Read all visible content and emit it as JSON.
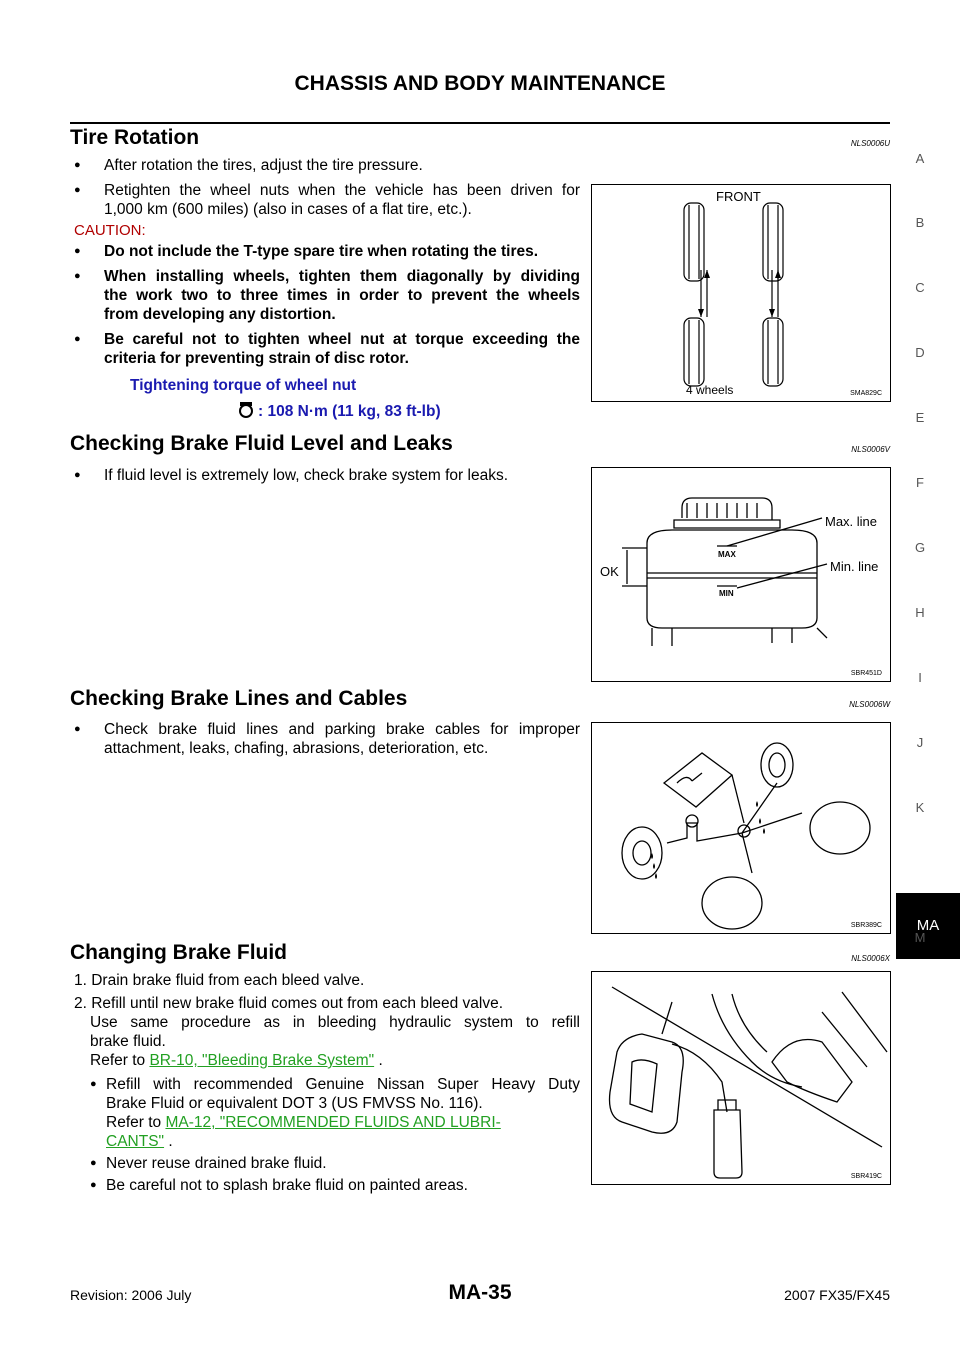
{
  "header": {
    "title": "CHASSIS AND BODY MAINTENANCE"
  },
  "sections": {
    "tire": {
      "title": "Tire Rotation",
      "code": "NLS0006U",
      "bullets": [
        "After rotation the tires, adjust the tire pressure.",
        "Retighten the wheel nuts when the vehicle has been driven for",
        "1,000 km (600 miles) (also in cases of a flat tire, etc.)."
      ],
      "caution": "CAUTION:",
      "cautions": [
        "Do not include the T-type spare tire when rotating the tires.",
        "When installing wheels, tighten them diagonally by dividing",
        "the work two to three times in order to prevent the wheels",
        "from developing any distortion.",
        "Be careful not to tighten wheel nut at torque exceeding the",
        "criteria for preventing strain of disc rotor."
      ],
      "torque_label": "Tightening torque of wheel nut",
      "torque_value": ": 108 N·m (11 kg, 83 ft-lb)",
      "figure": {
        "front": "FRONT",
        "wheels": "4 wheels",
        "code": "SMA829C"
      }
    },
    "fluid_level": {
      "title": "Checking Brake Fluid Level and Leaks",
      "code": "NLS0006V",
      "bullet": "If fluid level is extremely low, check brake system for leaks.",
      "figure": {
        "max_line": "Max. line",
        "min_line": "Min. line",
        "ok": "OK",
        "max": "MAX",
        "min": "MIN",
        "code": "SBR451D"
      }
    },
    "lines": {
      "title": "Checking Brake Lines and Cables",
      "code": "NLS0006W",
      "bullet1": "Check brake fluid lines and parking brake cables for improper",
      "bullet2": "attachment, leaks, chafing, abrasions, deterioration, etc.",
      "figure": {
        "code": "SBR389C"
      }
    },
    "changing": {
      "title": "Changing Brake Fluid",
      "code": "NLS0006X",
      "step1": "1. Drain brake fluid from each bleed valve.",
      "step2": "2. Refill until new brake fluid comes out from each bleed valve.",
      "step2b": "Use same procedure as in bleeding hydraulic system to refill",
      "step2c": "brake fluid.",
      "refer1_prefix": "Refer to",
      "refer1_link": "BR-10, \"Bleeding Brake System\"",
      "refer1_suffix": ".",
      "sub1a": "Refill with recommended Genuine Nissan Super Heavy Duty",
      "sub1b": "Brake Fluid or equivalent DOT 3 (US FMVSS No. 116).",
      "refer2_prefix": "Refer to",
      "refer2_link": "MA-12, \"RECOMMENDED FLUIDS AND LUBRI-",
      "refer2_link2": "CANTS\"",
      "refer2_suffix": ".",
      "sub2": "Never reuse drained brake fluid.",
      "sub3": "Be careful not to splash brake fluid on painted areas.",
      "figure": {
        "code": "SBR419C"
      }
    }
  },
  "side_index": [
    "A",
    "B",
    "C",
    "D",
    "E",
    "F",
    "G",
    "H",
    "I",
    "J",
    "K",
    "MA",
    "M"
  ],
  "footer": {
    "revision": "Revision: 2006 July",
    "page": "MA-35",
    "model": "2007 FX35/FX45"
  }
}
